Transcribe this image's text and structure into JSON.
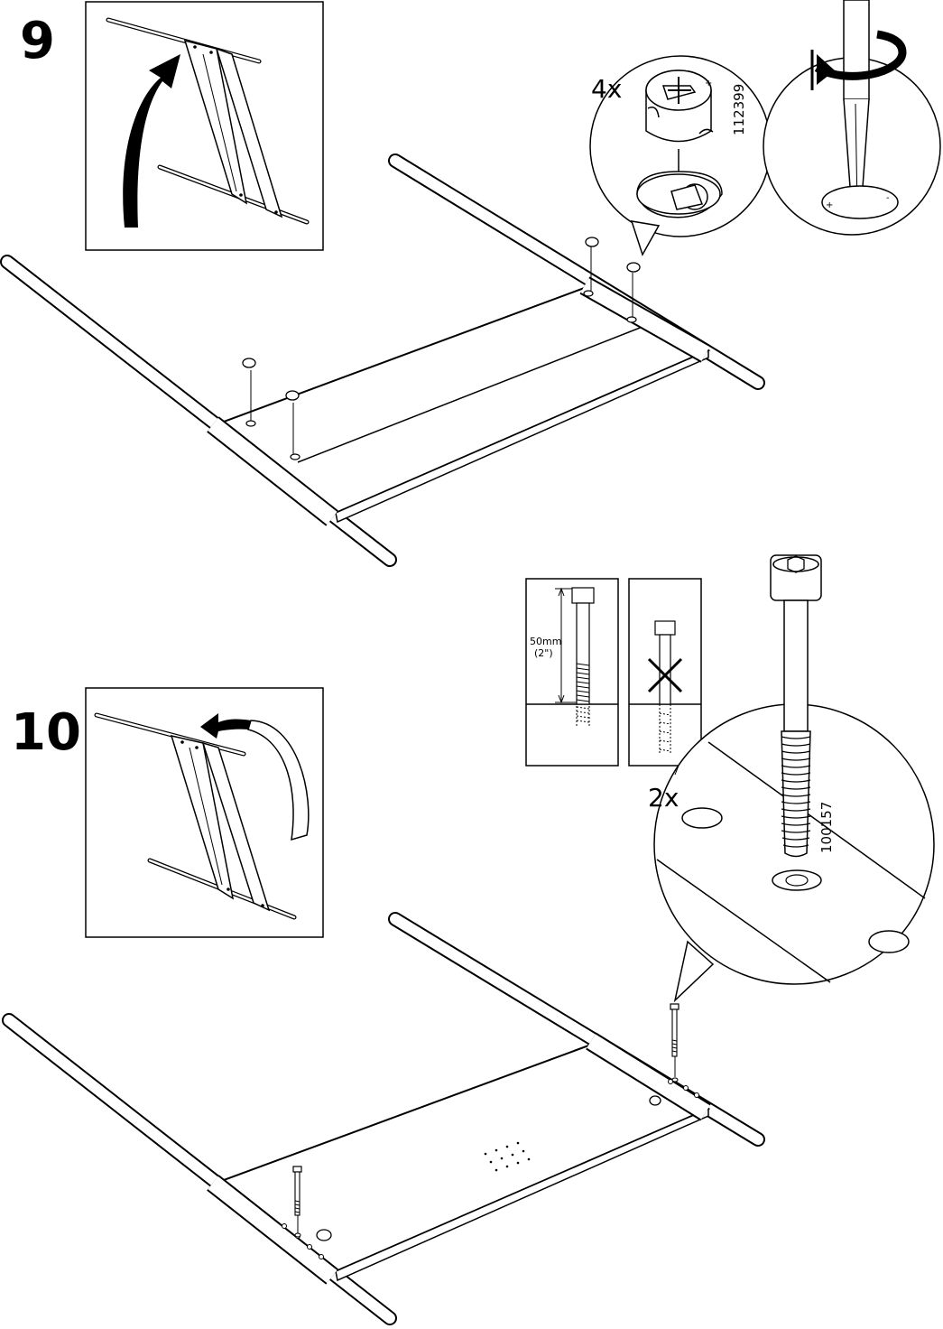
{
  "steps": [
    {
      "number": "9",
      "quantity": "4x",
      "part_number": "112399",
      "icons": [
        "rotate-up-arrow",
        "cam-lock",
        "screwdriver-turn-arrow"
      ]
    },
    {
      "number": "10",
      "quantity": "2x",
      "part_number": "100157",
      "bolt_length_label": "50mm",
      "bolt_length_label_in": "(2\")",
      "icons": [
        "rotate-down-arrow",
        "bolt",
        "incorrect-cross"
      ]
    }
  ]
}
